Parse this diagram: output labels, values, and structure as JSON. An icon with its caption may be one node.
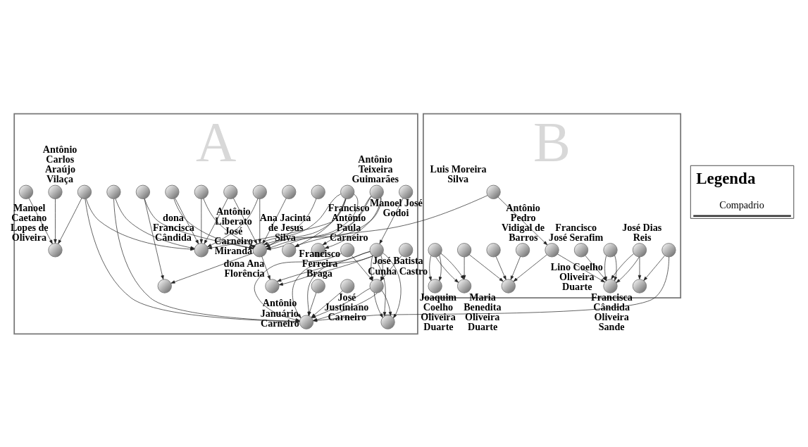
{
  "diagram": {
    "nodes": [
      {
        "text": [
          "A"
        ]
      },
      {
        "text": [
          "B"
        ]
      },
      {
        "text": [
          "Antônio Teixeira Guimarães"
        ],
        "in": 0
      },
      {
        "text": [],
        "shape": "circle",
        "in": 0
      },
      {
        "text": [],
        "shape": "circle",
        "in": 0
      },
      {
        "text": [
          "José Justiniano Carneiro"
        ],
        "in": 0
      },
      {
        "text": [],
        "shape": "circle",
        "in": 0
      },
      {
        "text": [
          "Francisco Antônio Paula Carneiro"
        ],
        "in": 0
      },
      {
        "text": [
          "dona Ana Florência"
        ],
        "in": 0
      },
      {
        "text": [],
        "shape": "circle",
        "in": 0
      },
      {
        "text": [],
        "shape": "circle",
        "in": 0
      },
      {
        "text": [],
        "shape": "circle",
        "in": 0
      },
      {
        "text": [
          "Antônio Liberato José Carneiro Miranda"
        ],
        "in": 0
      },
      {
        "text": [
          "Manoel José Godoi"
        ],
        "in": 0
      },
      {
        "text": [
          "Ana Jacinta de Jesus Silva"
        ],
        "in": 0
      },
      {
        "text": [
          "Francisco Ferreira Braga"
        ],
        "in": 0
      },
      {
        "text": [],
        "shape": "circle",
        "in": 0
      },
      {
        "text": [
          "Antônio Januário Carneiro"
        ],
        "in": 0
      },
      {
        "text": [],
        "shape": "circle",
        "in": 0
      },
      {
        "text": [],
        "shape": "circle",
        "in": 0
      },
      {
        "text": [],
        "shape": "circle",
        "in": 0
      },
      {
        "text": [],
        "shape": "circle",
        "in": 0
      },
      {
        "text": [
          "Antônio Carlos Araújo Vilaça"
        ],
        "in": 0
      },
      {
        "text": [],
        "shape": "circle",
        "in": 0
      },
      {
        "text": [],
        "shape": "circle",
        "in": 0
      },
      {
        "text": [],
        "shape": "circle",
        "in": 0
      },
      {
        "text": [
          "dona Francisca Cândida"
        ],
        "in": 0
      },
      {
        "text": [],
        "shape": "circle",
        "in": 0
      },
      {
        "text": [
          "Manoel Caetano Lopes de Oliveira"
        ],
        "in": 0
      },
      {
        "text": [],
        "shape": "circle",
        "in": 0
      },
      {
        "text": [],
        "shape": "circle",
        "in": 0
      },
      {
        "text": [
          "Francisca Cândida Oliveira Sande"
        ],
        "in": 1
      },
      {
        "text": [
          "José Dias Reis"
        ],
        "in": 1
      },
      {
        "text": [],
        "shape": "circle",
        "in": 1
      },
      {
        "text": [
          "Francisco José Serafim"
        ],
        "in": 1
      },
      {
        "text": [],
        "shape": "circle",
        "in": 1
      },
      {
        "text": [
          "Lino Coelho Oliveira Duarte"
        ],
        "in": 1
      },
      {
        "text": [
          "Antônio Pedro Vidigal de Barros"
        ],
        "in": 1
      },
      {
        "text": [
          "Luis Moreira Silva"
        ],
        "in": 1
      },
      {
        "text": [],
        "shape": "circle",
        "in": 1
      },
      {
        "text": [
          "Maria Benedita Oliveira Duarte"
        ],
        "in": 1
      },
      {
        "text": [],
        "shape": "circle",
        "in": 1
      },
      {
        "text": [],
        "shape": "circle",
        "in": 1
      },
      {
        "text": [
          "Joaquim Coelho Oliveira Duarte"
        ],
        "in": 1
      },
      {
        "text": [
          "José Batista Cunha Castro"
        ],
        "in": 1
      },
      {
        "text": [],
        "shape": "circle",
        "in": 1
      }
    ],
    "edges": [
      {
        "from": 2,
        "to": 7,
        "arrow": "to"
      },
      {
        "from": 7,
        "to": 3,
        "arrow": "to"
      },
      {
        "from": 7,
        "to": 3,
        "arrow": "to"
      },
      {
        "from": 5,
        "to": 3,
        "arrow": "to"
      },
      {
        "from": 5,
        "to": 3,
        "arrow": "to"
      },
      {
        "from": 7,
        "to": 5,
        "arrow": "to"
      },
      {
        "from": 7,
        "to": 5,
        "arrow": "to"
      },
      {
        "from": 4,
        "to": 5,
        "arrow": "to"
      },
      {
        "from": 6,
        "to": 5,
        "arrow": "to"
      },
      {
        "from": 6,
        "to": 17,
        "arrow": "to"
      },
      {
        "from": 5,
        "to": 17,
        "arrow": "to"
      },
      {
        "from": 5,
        "to": 17,
        "arrow": "to"
      },
      {
        "from": 7,
        "to": 17,
        "arrow": "to"
      },
      {
        "from": 7,
        "to": 17,
        "arrow": "to"
      },
      {
        "from": 7,
        "to": 8,
        "arrow": "to"
      },
      {
        "from": 7,
        "to": 8,
        "arrow": "to"
      },
      {
        "from": 15,
        "to": 17,
        "arrow": "to"
      },
      {
        "from": 16,
        "to": 17,
        "arrow": "to"
      },
      {
        "from": 19,
        "to": 17,
        "arrow": "to"
      },
      {
        "from": 22,
        "to": 17,
        "arrow": "to"
      },
      {
        "from": 32,
        "to": 17,
        "arrow": "to"
      },
      {
        "from": 32,
        "to": 31,
        "arrow": "to"
      },
      {
        "from": 12,
        "to": 8,
        "arrow": "to"
      },
      {
        "from": 9,
        "to": 12,
        "arrow": "to"
      },
      {
        "from": 12,
        "to": 10,
        "arrow": "to"
      },
      {
        "from": 11,
        "to": 10,
        "arrow": "to"
      },
      {
        "from": 11,
        "to": 12,
        "arrow": "to"
      },
      {
        "from": 13,
        "to": 12,
        "arrow": "to"
      },
      {
        "from": 13,
        "to": 12,
        "arrow": "to"
      },
      {
        "from": 13,
        "to": 14,
        "arrow": "to"
      },
      {
        "from": 13,
        "to": 14,
        "arrow": "to"
      },
      {
        "from": 23,
        "to": 12,
        "arrow": "to"
      },
      {
        "from": 18,
        "to": 12,
        "arrow": "to"
      },
      {
        "from": 18,
        "to": 26,
        "arrow": "to"
      },
      {
        "from": 20,
        "to": 12,
        "arrow": "to"
      },
      {
        "from": 20,
        "to": 12,
        "arrow": "to"
      },
      {
        "from": 20,
        "to": 12,
        "arrow": "to"
      },
      {
        "from": 20,
        "to": 26,
        "arrow": "to"
      },
      {
        "from": 20,
        "to": 27,
        "arrow": "to"
      },
      {
        "from": 21,
        "to": 12,
        "arrow": "to"
      },
      {
        "from": 21,
        "to": 26,
        "arrow": "to"
      },
      {
        "from": 24,
        "to": 12,
        "arrow": "to"
      },
      {
        "from": 24,
        "to": 26,
        "arrow": "to"
      },
      {
        "from": 25,
        "to": 12,
        "arrow": "to"
      },
      {
        "from": 25,
        "to": 26,
        "arrow": "to"
      },
      {
        "from": 19,
        "to": 26,
        "arrow": "to"
      },
      {
        "from": 22,
        "to": 26,
        "arrow": "to"
      },
      {
        "from": 22,
        "to": 28,
        "arrow": "to"
      },
      {
        "from": 29,
        "to": 28,
        "arrow": "to"
      },
      {
        "from": 30,
        "to": 28,
        "arrow": "to"
      },
      {
        "from": 38,
        "to": 27,
        "arrow": "to"
      },
      {
        "from": 38,
        "to": 37,
        "arrow": "to"
      },
      {
        "from": 37,
        "to": 36,
        "arrow": "to"
      },
      {
        "from": 37,
        "to": 40,
        "arrow": "to"
      },
      {
        "from": 33,
        "to": 31,
        "arrow": "to"
      },
      {
        "from": 33,
        "to": 36,
        "arrow": "to"
      },
      {
        "from": 33,
        "to": 36,
        "arrow": "to"
      },
      {
        "from": 34,
        "to": 36,
        "arrow": "to"
      },
      {
        "from": 34,
        "to": 36,
        "arrow": "to"
      },
      {
        "from": 35,
        "to": 36,
        "arrow": "to"
      },
      {
        "from": 39,
        "to": 40,
        "arrow": "to"
      },
      {
        "from": 41,
        "to": 40,
        "arrow": "to"
      },
      {
        "from": 42,
        "to": 40,
        "arrow": "to"
      },
      {
        "from": 42,
        "to": 43,
        "arrow": "to"
      },
      {
        "from": 44,
        "to": 43,
        "arrow": "to"
      },
      {
        "from": 44,
        "to": 43,
        "arrow": "to"
      },
      {
        "from": 44,
        "to": 45,
        "arrow": "to"
      },
      {
        "from": 44,
        "to": 45,
        "arrow": "to"
      }
    ],
    "labels": [
      "Legenda"
    ],
    "legend": [
      {
        "text": "Compadrio"
      }
    ]
  }
}
